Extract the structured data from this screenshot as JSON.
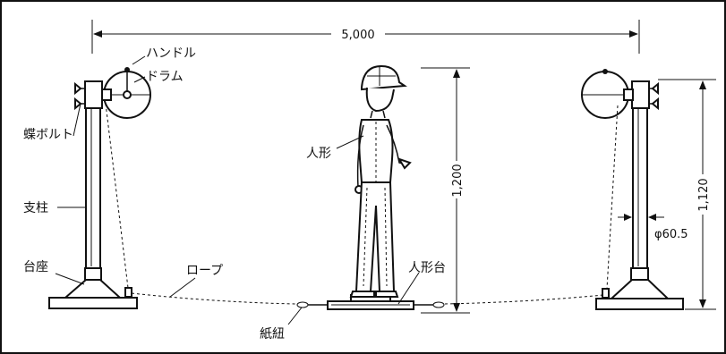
{
  "dimensions": {
    "span": "5,000",
    "doll_height": "1,200",
    "pole_height": "1,120",
    "pole_diameter": "φ60.5"
  },
  "labels": {
    "handle": "ハンドル",
    "drum": "ドラム",
    "wing_bolt": "蝶ボルト",
    "doll": "人形",
    "post": "支柱",
    "base": "台座",
    "rope": "ロープ",
    "doll_stand": "人形台",
    "paper_string": "紙紐"
  }
}
